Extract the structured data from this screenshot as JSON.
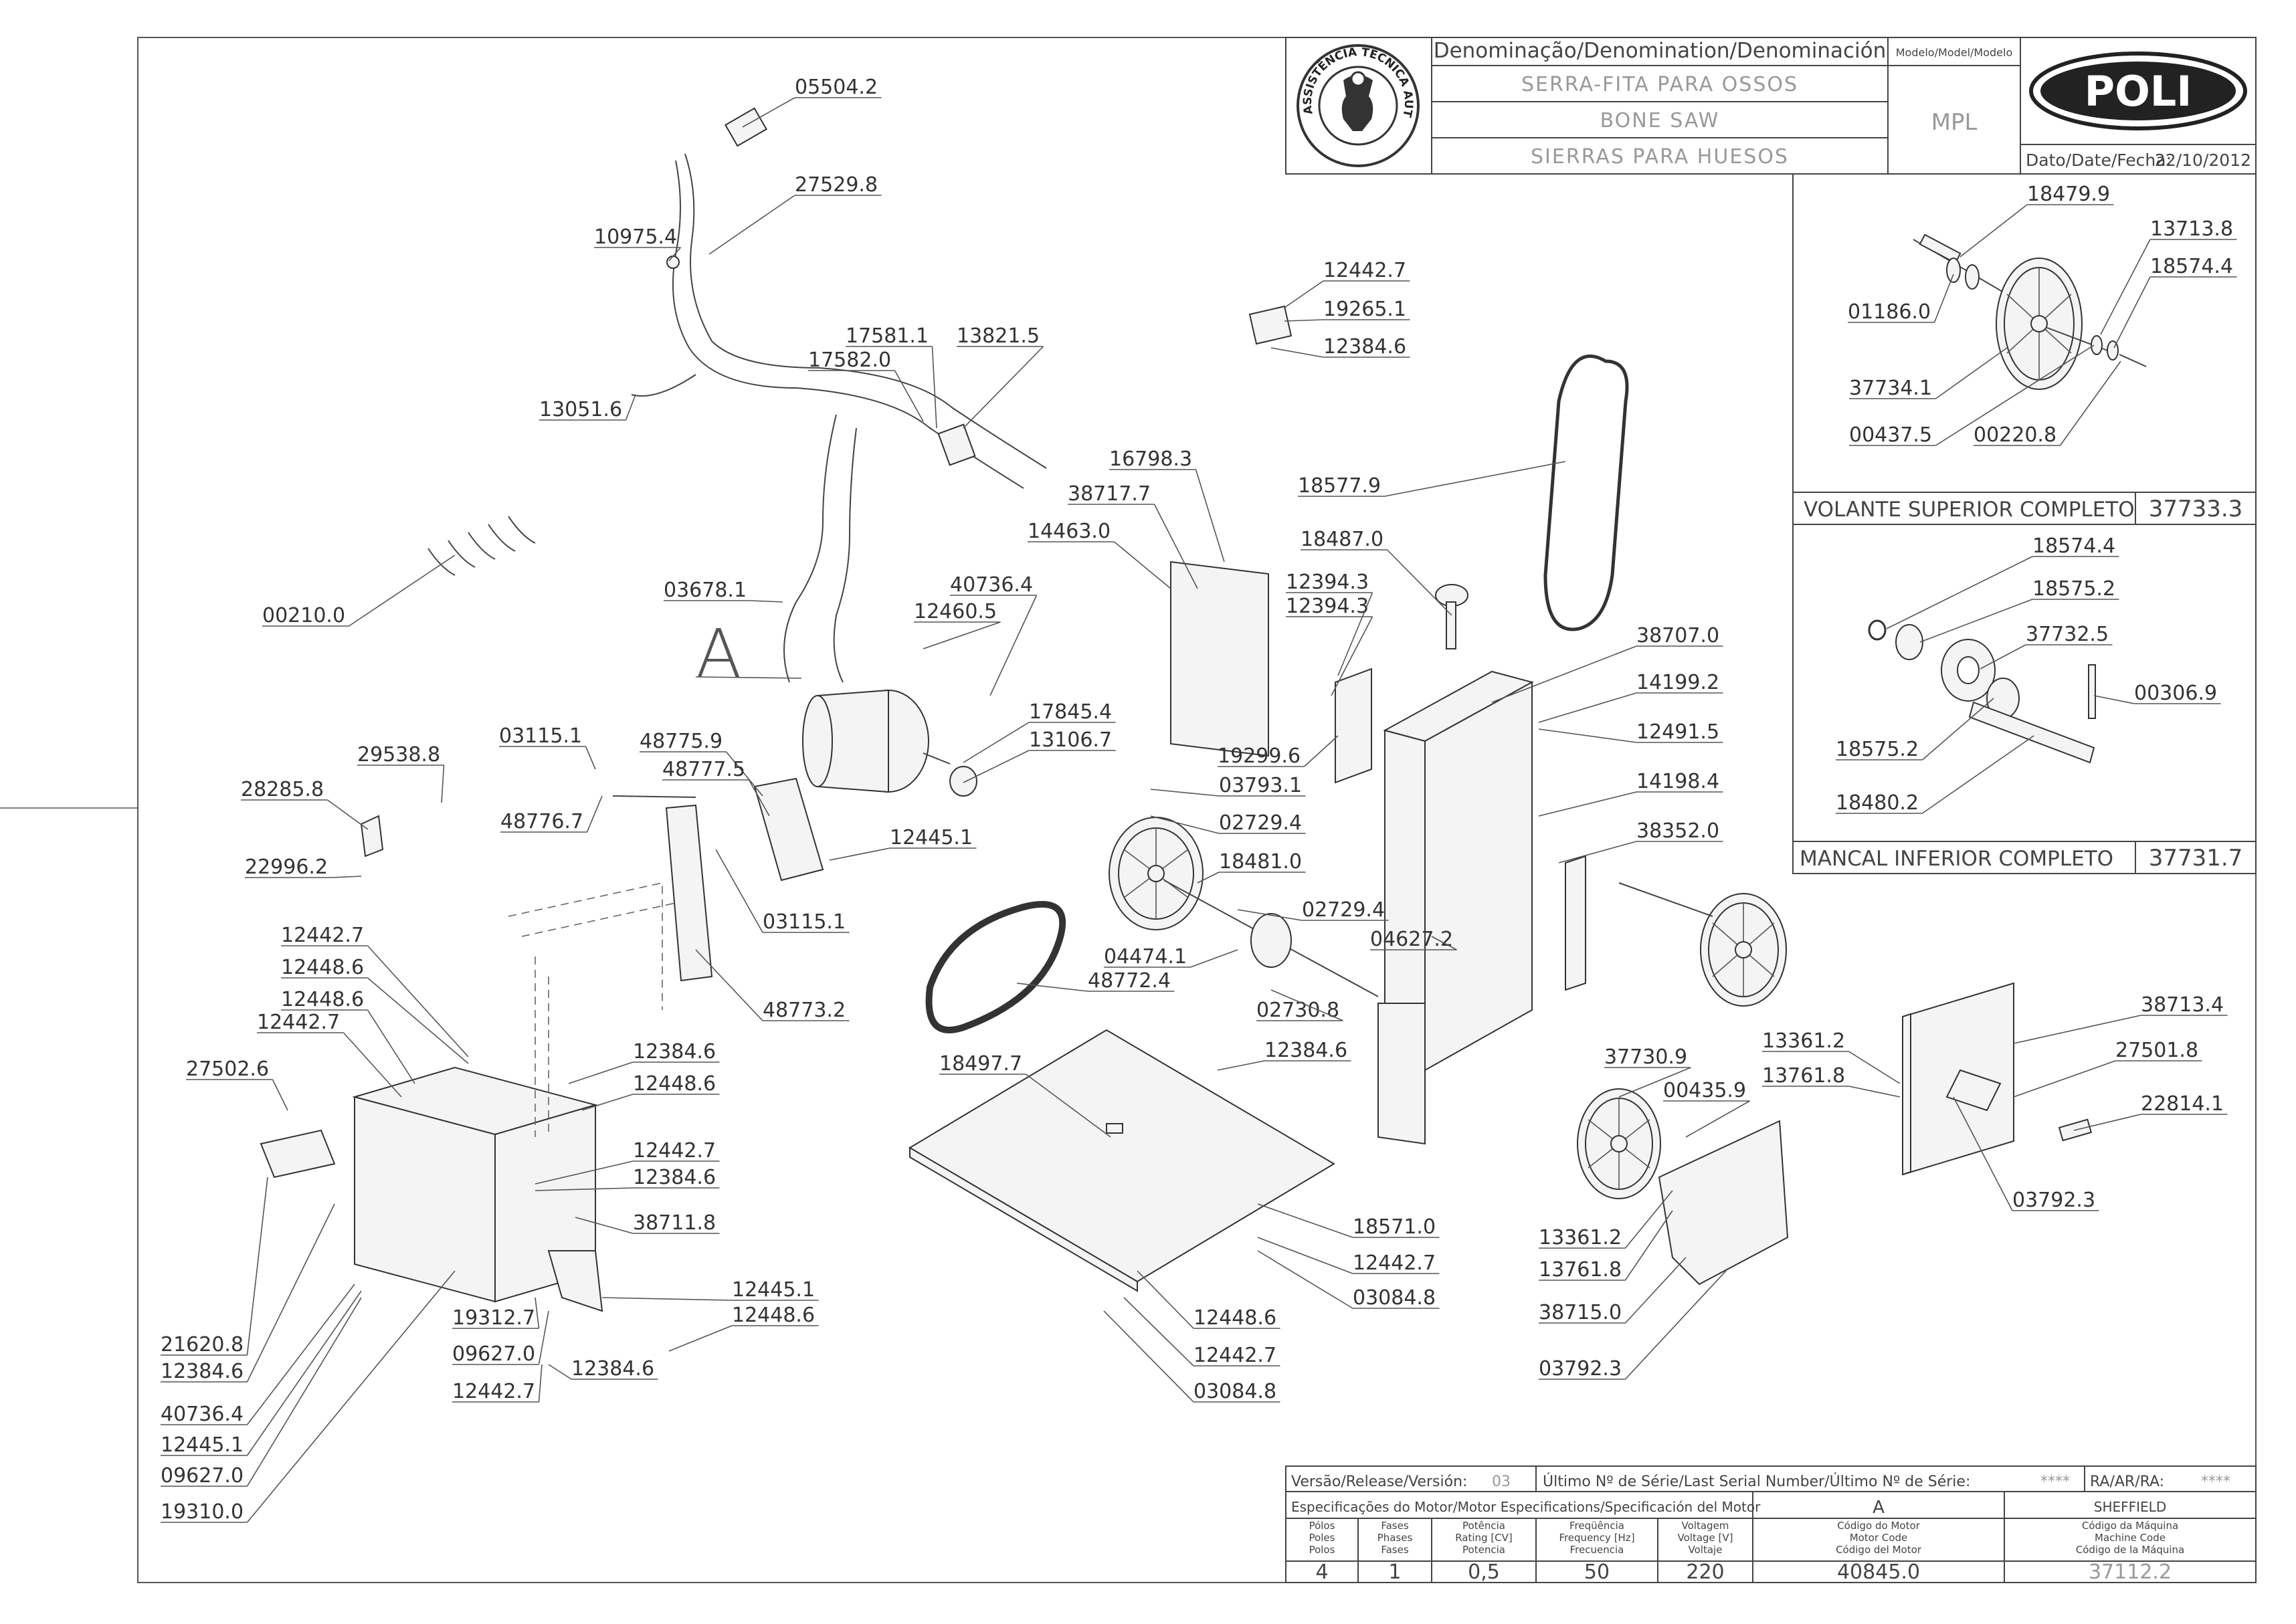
{
  "title_block": {
    "denomination_label": "Denominação/Denomination/Denominación",
    "names": [
      "SERRA-FITA PARA OSSOS",
      "BONE SAW",
      "SIERRAS PARA HUESOS"
    ],
    "model_label": "Modelo/Model/Modelo",
    "model": "MPL",
    "brand": "POLI",
    "date_label": "Dato/Date/Fecha:",
    "date": "22/10/2012",
    "seal_text": "ASSISTÊNCIA TÉCNICA AUTORIZADA"
  },
  "callout_A": "A",
  "insets": [
    {
      "name": "VOLANTE SUPERIOR COMPLETO",
      "code": "37733.3",
      "parts": [
        "18479.9",
        "13713.8",
        "18574.4",
        "01186.0",
        "37734.1",
        "00437.5",
        "00220.8"
      ]
    },
    {
      "name": "MANCAL INFERIOR COMPLETO",
      "code": "37731.7",
      "parts": [
        "18574.4",
        "18575.2",
        "37732.5",
        "00306.9",
        "18575.2",
        "18480.2"
      ]
    }
  ],
  "part_labels": [
    "05504.2",
    "27529.8",
    "10975.4",
    "17581.1",
    "13821.5",
    "17582.0",
    "13051.6",
    "00210.0",
    "03678.1",
    "40736.4",
    "12460.5",
    "17845.4",
    "13106.7",
    "03115.1",
    "48775.9",
    "48777.5",
    "48776.7",
    "12445.1",
    "03115.1",
    "48773.2",
    "29538.8",
    "28285.8",
    "22996.2",
    "12442.7",
    "12448.6",
    "12448.6",
    "12442.7",
    "27502.6",
    "12384.6",
    "12448.6",
    "12442.7",
    "12384.6",
    "38711.8",
    "21620.8",
    "12384.6",
    "40736.4",
    "12445.1",
    "09627.0",
    "19310.0",
    "19312.7",
    "09627.0",
    "12442.7",
    "12384.6",
    "12445.1",
    "12448.6",
    "12442.7",
    "19265.1",
    "12384.6",
    "16798.3",
    "38717.7",
    "14463.0",
    "18577.9",
    "18487.0",
    "12394.3",
    "12394.3",
    "38707.0",
    "14199.2",
    "12491.5",
    "19299.6",
    "14198.4",
    "38352.0",
    "03793.1",
    "02729.4",
    "18481.0",
    "02729.4",
    "04627.2",
    "04474.1",
    "48772.4",
    "02730.8",
    "18497.7",
    "12384.6",
    "37730.9",
    "00435.9",
    "18571.0",
    "12442.7",
    "03084.8",
    "12448.6",
    "12442.7",
    "03084.8",
    "13361.2",
    "13761.8",
    "38713.4",
    "27501.8",
    "22814.1",
    "03792.3",
    "13361.2",
    "13761.8",
    "38715.0",
    "03792.3"
  ],
  "footer": {
    "version_label": "Versão/Release/Versión:",
    "version": "03",
    "serial_label": "Último Nº de Série/Last Serial Number/Último Nº de Série:",
    "serial": "****",
    "ra_label": "RA/AR/RA:",
    "ra": "****",
    "motor_spec_label": "Especificações do Motor/Motor Especifications/Specificación del Motor",
    "motor_letter": "A",
    "motor_name": "SHEFFIELD",
    "headers": [
      [
        "Pólos",
        "Poles",
        "Polos"
      ],
      [
        "Fases",
        "Phases",
        "Fases"
      ],
      [
        "Potência",
        "Rating [CV]",
        "Potencia"
      ],
      [
        "Freqüência",
        "Frequency [Hz]",
        "Frecuencia"
      ],
      [
        "Voltagem",
        "Voltage [V]",
        "Voltaje"
      ],
      [
        "Código do Motor",
        "Motor Code",
        "Código del Motor"
      ],
      [
        "Código da Máquina",
        "Machine Code",
        "Código de la Máquina"
      ]
    ],
    "values": [
      "4",
      "1",
      "0,5",
      "50",
      "220",
      "40845.0",
      "37112.2"
    ]
  }
}
